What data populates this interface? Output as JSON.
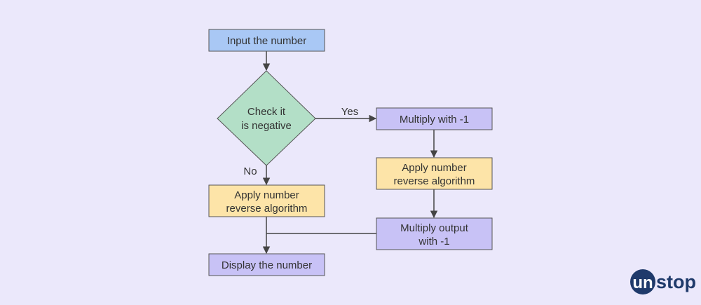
{
  "colors": {
    "background": "#ebe8fb",
    "blue_box": "#a9c8f5",
    "green_diamond": "#b3dfc7",
    "yellow_box": "#fde4a8",
    "purple_box": "#c8c2f6",
    "border": "#555555",
    "line": "#444444",
    "logo": "#1f3a6b"
  },
  "nodes": {
    "input": {
      "label": "Input the number"
    },
    "check": {
      "line1": "Check it",
      "line2": "is negative"
    },
    "multiply_neg": {
      "label": "Multiply with -1"
    },
    "reverse_right": {
      "line1": "Apply number",
      "line2": "reverse algorithm"
    },
    "reverse_left": {
      "line1": "Apply number",
      "line2": "reverse algorithm"
    },
    "multiply_output": {
      "line1": "Multiply output",
      "line2": "with -1"
    },
    "display": {
      "label": "Display the number"
    }
  },
  "edges": {
    "yes_label": "Yes",
    "no_label": "No"
  },
  "logo": {
    "prefix": "un",
    "suffix": "stop"
  }
}
